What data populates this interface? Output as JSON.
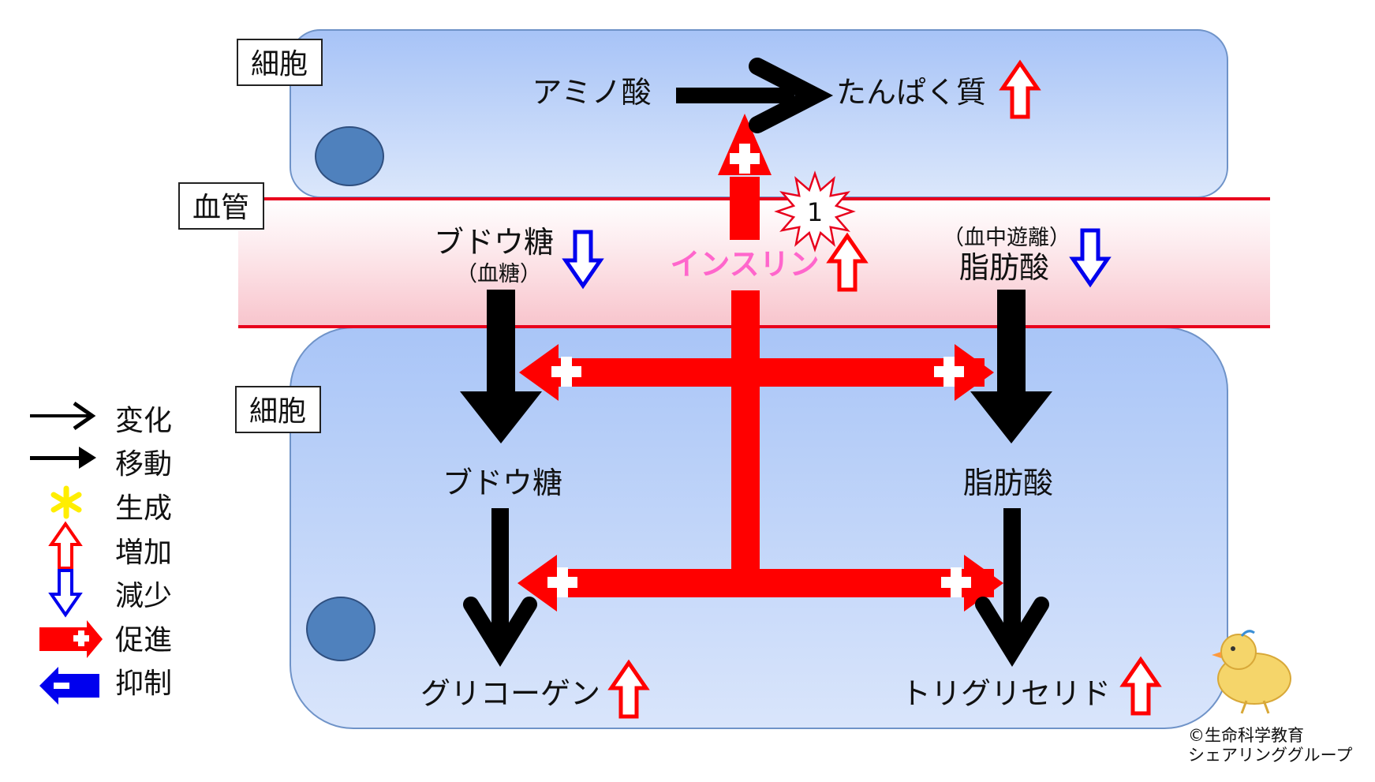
{
  "labels": {
    "cell_top": "細胞",
    "blood_vessel": "血管",
    "cell_bottom": "細胞",
    "amino_acid": "アミノ酸",
    "protein": "たんぱく質",
    "insulin": "インスリン",
    "glucose_blood": "ブドウ糖",
    "glucose_blood_sub": "（血糖）",
    "ffa_sub": "（血中遊離）",
    "ffa": "脂肪酸",
    "glucose_cell": "ブドウ糖",
    "fatty_acid_cell": "脂肪酸",
    "glycogen": "グリコーゲン",
    "triglyceride": "トリグリセリド",
    "badge_number": "1"
  },
  "legend": [
    {
      "icon": "change-arrow-icon",
      "label": "変化"
    },
    {
      "icon": "move-arrow-icon",
      "label": "移動"
    },
    {
      "icon": "asterisk-icon",
      "label": "生成"
    },
    {
      "icon": "up-arrow-outline-icon",
      "label": "増加"
    },
    {
      "icon": "down-arrow-outline-icon",
      "label": "減少"
    },
    {
      "icon": "promote-arrow-icon",
      "label": "促進"
    },
    {
      "icon": "inhibit-arrow-icon",
      "label": "抑制"
    }
  ],
  "footer": {
    "copyright_line1": "©生命科学教育",
    "copyright_line2": "シェアリンググループ"
  },
  "colors": {
    "cell_fill_top": "#a7c3f7",
    "cell_fill_bottom": "#dbe7fb",
    "vessel_line": "#e8001c",
    "promote": "#ff0000",
    "decrease": "#0000ee",
    "insulin_text": "#ff66cc",
    "nucleus": "#4f81bd",
    "asterisk": "#ffee00"
  }
}
